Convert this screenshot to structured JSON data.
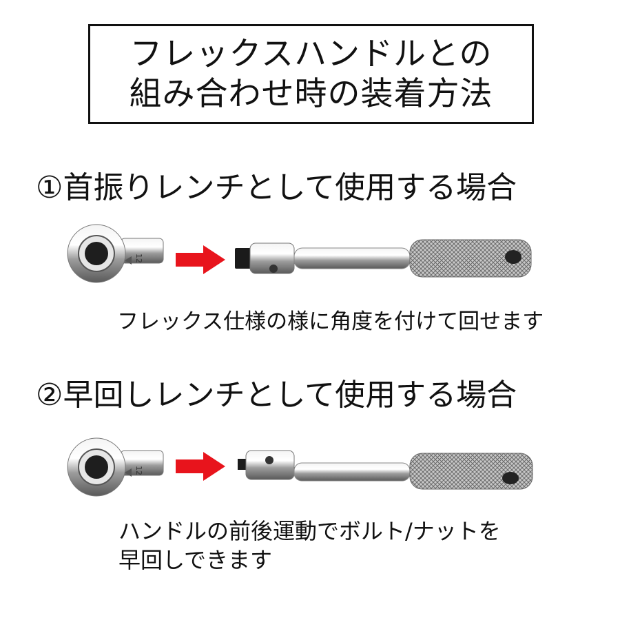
{
  "title": {
    "line1": "フレックスハンドルとの",
    "line2": "組み合わせ時の装着方法"
  },
  "section1": {
    "heading": "①首振りレンチとして使用する場合",
    "caption": "フレックス仕様の様に角度を付けて回せます",
    "wrench_size": "12"
  },
  "section2": {
    "heading": "②早回しレンチとして使用する場合",
    "caption_line1": "ハンドルの前後運動でボルト/ナットを",
    "caption_line2": "早回しできます",
    "wrench_size": "12"
  },
  "colors": {
    "arrow": "#e8141c",
    "text": "#111111",
    "border": "#111111"
  }
}
